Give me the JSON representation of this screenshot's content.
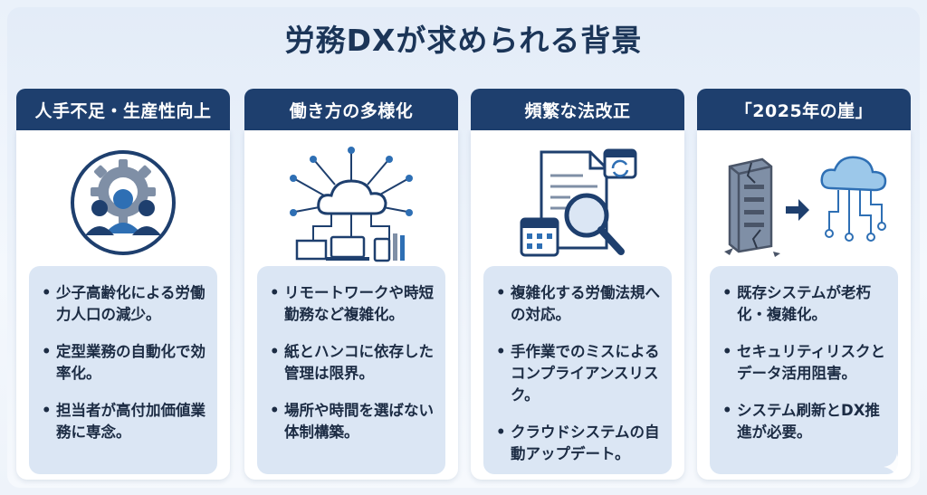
{
  "title": "労務DXが求められる背景",
  "columns": [
    {
      "heading": "人手不足・生産性向上",
      "icon": "people-gear-icon",
      "bullets": [
        "少子高齢化による労働力人口の減少。",
        "定型業務の自動化で効率化。",
        "担当者が高付加価値業務に専念。"
      ]
    },
    {
      "heading": "働き方の多様化",
      "icon": "cloud-network-devices-icon",
      "bullets": [
        "リモートワークや時短勤務など複雑化。",
        "紙とハンコに依存した管理は限界。",
        "場所や時間を選ばない体制構築。"
      ]
    },
    {
      "heading": "頻繁な法改正",
      "icon": "document-magnifier-calendar-icon",
      "bullets": [
        "複雑化する労働法規への対応。",
        "手作業でのミスによるコンプライアンスリスク。",
        "クラウドシステムの自動アップデート。"
      ]
    },
    {
      "heading": "「2025年の崖」",
      "icon": "legacy-server-to-cloud-icon",
      "bullets": [
        "既存システムが老朽化・複雑化。",
        "セキュリティリスクとデータ活用阻害。",
        "システム刷新とDX推進が必要。"
      ]
    }
  ],
  "colors": {
    "header": "#1e3f6e",
    "accent": "#2e6fb4",
    "panel": "#dbe6f4"
  }
}
